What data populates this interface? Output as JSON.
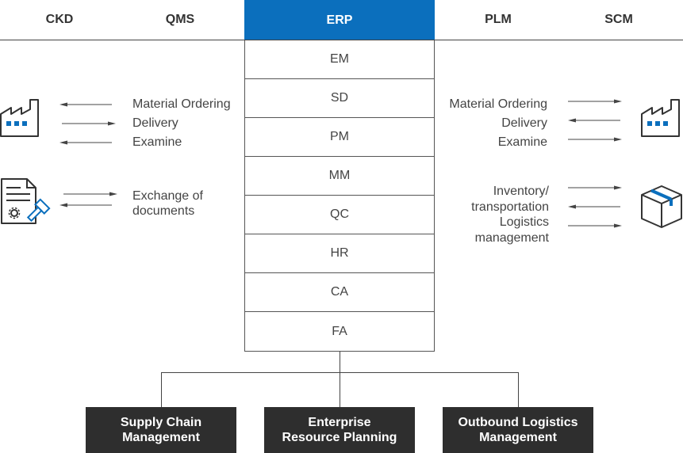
{
  "headers": {
    "ckd": "CKD",
    "qms": "QMS",
    "erp": "ERP",
    "plm": "PLM",
    "scm": "SCM"
  },
  "modules": [
    "EM",
    "SD",
    "PM",
    "MM",
    "QC",
    "HR",
    "CA",
    "FA"
  ],
  "left": {
    "group1": [
      "Material Ordering",
      "Delivery",
      "Examine"
    ],
    "group2": "Exchange of\ndocuments"
  },
  "right": {
    "group1": [
      "Material Ordering",
      "Delivery",
      "Examine"
    ],
    "group2": "Inventory/\ntransportation\nLogistics\nmanagement"
  },
  "bottom": [
    "Supply Chain\nManagement",
    "Enterprise\nResource Planning",
    "Outbound Logistics\nManagement"
  ],
  "colors": {
    "accent": "#0b6fbd",
    "dark_box": "#2e2e2e",
    "line": "#444444"
  },
  "icons": [
    "factory-icon",
    "document-gear-hammer-icon",
    "factory-icon",
    "box-icon"
  ]
}
